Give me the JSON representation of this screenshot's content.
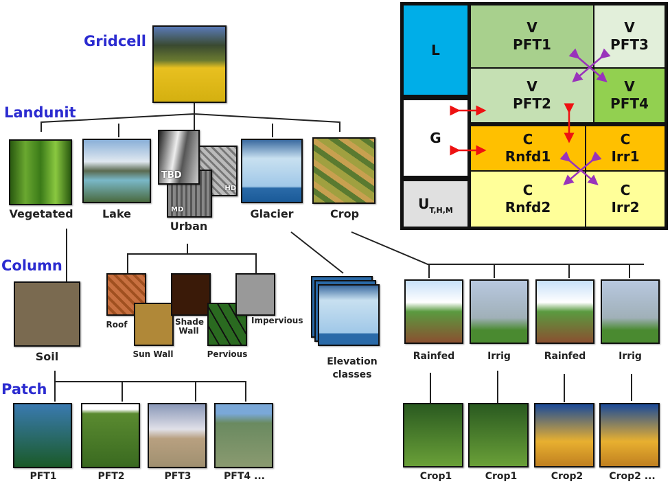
{
  "levels": {
    "gridcell": "Gridcell",
    "landunit": "Landunit",
    "column": "Column",
    "patch": "Patch"
  },
  "landunits": [
    {
      "name": "Vegetated"
    },
    {
      "name": "Lake"
    },
    {
      "name": "Urban"
    },
    {
      "name": "Glacier"
    },
    {
      "name": "Crop"
    }
  ],
  "urban_overlays": {
    "tbd": "TBD",
    "hd": "HD",
    "md": "MD"
  },
  "columns": {
    "soil": "Soil",
    "urban": [
      "Roof",
      "Sun Wall",
      "Shade Wall",
      "Pervious",
      "Impervious"
    ],
    "glacier": "Elevation classes",
    "crop": [
      "Rainfed",
      "Irrig",
      "Rainfed",
      "Irrig"
    ]
  },
  "patches": {
    "veg": [
      "PFT1",
      "PFT2",
      "PFT3",
      "PFT4 ..."
    ],
    "crop": [
      "Crop1",
      "Crop1",
      "Crop2",
      "Crop2 ..."
    ]
  },
  "grid_panel": {
    "cells": [
      {
        "id": "L",
        "top": "L",
        "bottom": "",
        "color": "#00aee8"
      },
      {
        "id": "G",
        "top": "G",
        "bottom": "",
        "color": "#ffffff"
      },
      {
        "id": "U",
        "top": "U",
        "sub": "T,H,M",
        "color": "#e0e0e0"
      },
      {
        "id": "pft1",
        "top": "V",
        "bottom": "PFT1",
        "color": "#a8d08d"
      },
      {
        "id": "pft3",
        "top": "V",
        "bottom": "PFT3",
        "color": "#e2efda"
      },
      {
        "id": "pft2",
        "top": "V",
        "bottom": "PFT2",
        "color": "#c5e0b3"
      },
      {
        "id": "pft4",
        "top": "V",
        "bottom": "PFT4",
        "color": "#92d050"
      },
      {
        "id": "rnfd1",
        "top": "C",
        "bottom": "Rnfd1",
        "color": "#ffc000"
      },
      {
        "id": "irr1",
        "top": "C",
        "bottom": "Irr1",
        "color": "#ffc000"
      },
      {
        "id": "rnfd2",
        "top": "C",
        "bottom": "Rnfd2",
        "color": "#ffff99"
      },
      {
        "id": "irr2",
        "top": "C",
        "bottom": "Irr2",
        "color": "#ffff99"
      }
    ],
    "arrow_colors": {
      "red": "#ee1111",
      "purple": "#9933bb"
    }
  }
}
